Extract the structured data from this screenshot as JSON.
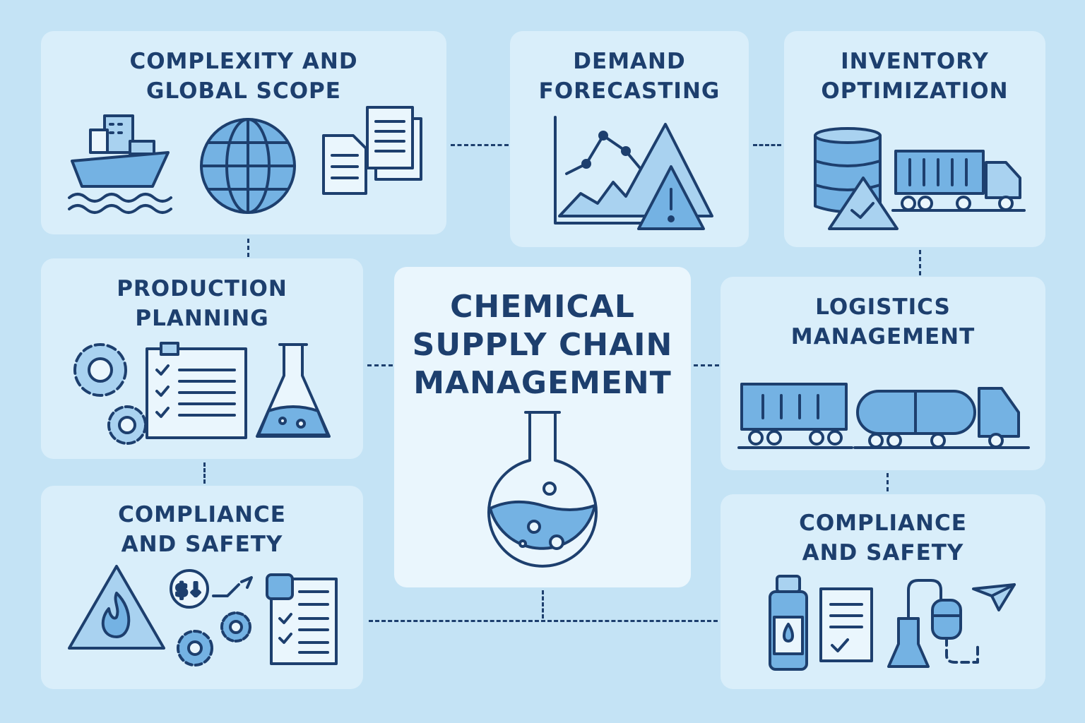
{
  "diagram": {
    "center": {
      "title": "CHEMICAL\nSUPPLY CHAIN\nMANAGEMENT",
      "icon": "round-flask-icon"
    },
    "nodes": [
      {
        "id": "complexity",
        "title": "COMPLEXITY AND\nGLOBAL SCOPE",
        "icons": [
          "cargo-ship-icon",
          "globe-icon",
          "documents-icon"
        ]
      },
      {
        "id": "demand",
        "title": "DEMAND\nFORECASTING",
        "icons": [
          "line-chart-icon",
          "warning-icon"
        ]
      },
      {
        "id": "inventory",
        "title": "INVENTORY\nOPTIMIZATION",
        "icons": [
          "barrel-icon",
          "check-warning-icon",
          "container-truck-icon"
        ]
      },
      {
        "id": "production",
        "title": "PRODUCTION\nPLANNING",
        "icons": [
          "gears-icon",
          "checklist-icon",
          "flask-icon"
        ]
      },
      {
        "id": "logistics",
        "title": "LOGISTICS\nMANAGEMENT",
        "icons": [
          "rail-car-icon",
          "tanker-truck-icon"
        ]
      },
      {
        "id": "compliance-left",
        "title": "COMPLIANCE\nAND SAFETY",
        "icons": [
          "fire-hazard-icon",
          "cost-icon",
          "gears-icon",
          "checklist-icon"
        ]
      },
      {
        "id": "compliance-right",
        "title": "COMPLIANCE\nAND SAFETY",
        "icons": [
          "bottle-icon",
          "document-icon",
          "lab-equipment-icon",
          "paper-plane-icon"
        ]
      }
    ],
    "connections": [
      [
        "complexity",
        "demand"
      ],
      [
        "demand",
        "inventory"
      ],
      [
        "complexity",
        "production"
      ],
      [
        "inventory",
        "logistics"
      ],
      [
        "production",
        "center"
      ],
      [
        "center",
        "logistics"
      ],
      [
        "production",
        "compliance-left"
      ],
      [
        "logistics",
        "compliance-right"
      ],
      [
        "center",
        "compliance-left"
      ],
      [
        "compliance-left",
        "compliance-right"
      ]
    ],
    "colors": {
      "background": "#c4e3f5",
      "card": "#d9eefa",
      "center_card": "#eaf6fd",
      "ink": "#1d3f6e",
      "accent": "#74b2e3"
    }
  }
}
